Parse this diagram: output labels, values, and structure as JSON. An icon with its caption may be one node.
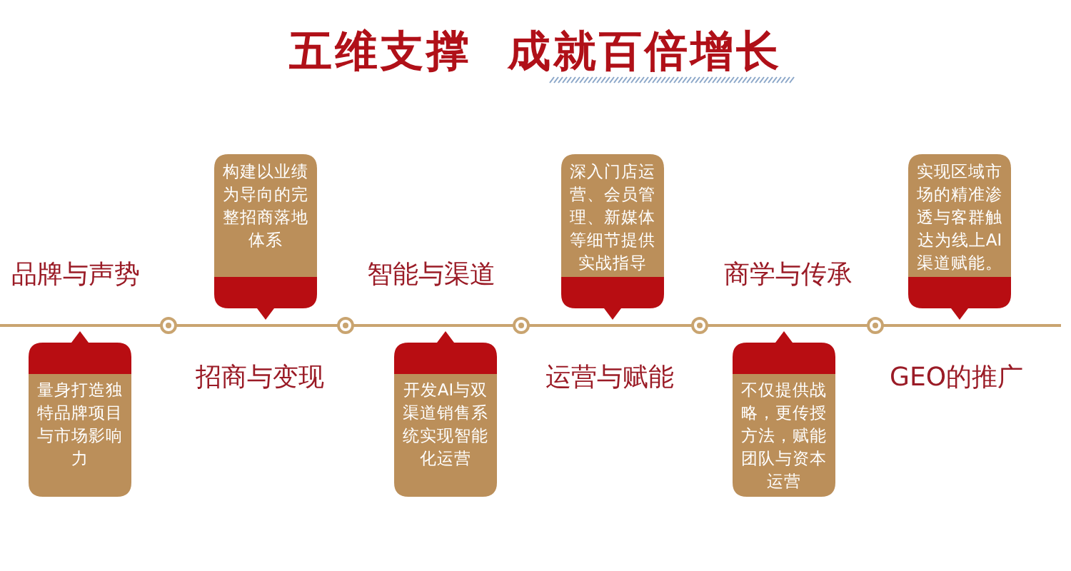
{
  "diagram": {
    "title": "五维支撑  成就百倍增长",
    "nodes": [
      {
        "text": [
          "量身打造独特品牌项目与市场影响力"
        ],
        "beside": [
          "品牌与声势"
        ]
      },
      {
        "text": [
          "构建以业绩为导向的完整招商落地体系"
        ],
        "beside": [
          "招商与变现"
        ]
      },
      {
        "text": [
          "开发AI与双渠道销售系统实现智能化运营"
        ],
        "beside": [
          "智能与渠道"
        ]
      },
      {
        "text": [
          "深入门店运营、会员管理、新媒体等细节提供实战指导"
        ],
        "beside": [
          "运营与赋能"
        ]
      },
      {
        "text": [
          "不仅提供战略，更传授方法，赋能团队与资本运营"
        ],
        "beside": [
          "商学与传承"
        ]
      },
      {
        "text": [
          "实现区域市场的精准渗透与客群触达为线上AI渠道赋能。"
        ],
        "beside": [
          "GEO的推广"
        ]
      }
    ]
  }
}
